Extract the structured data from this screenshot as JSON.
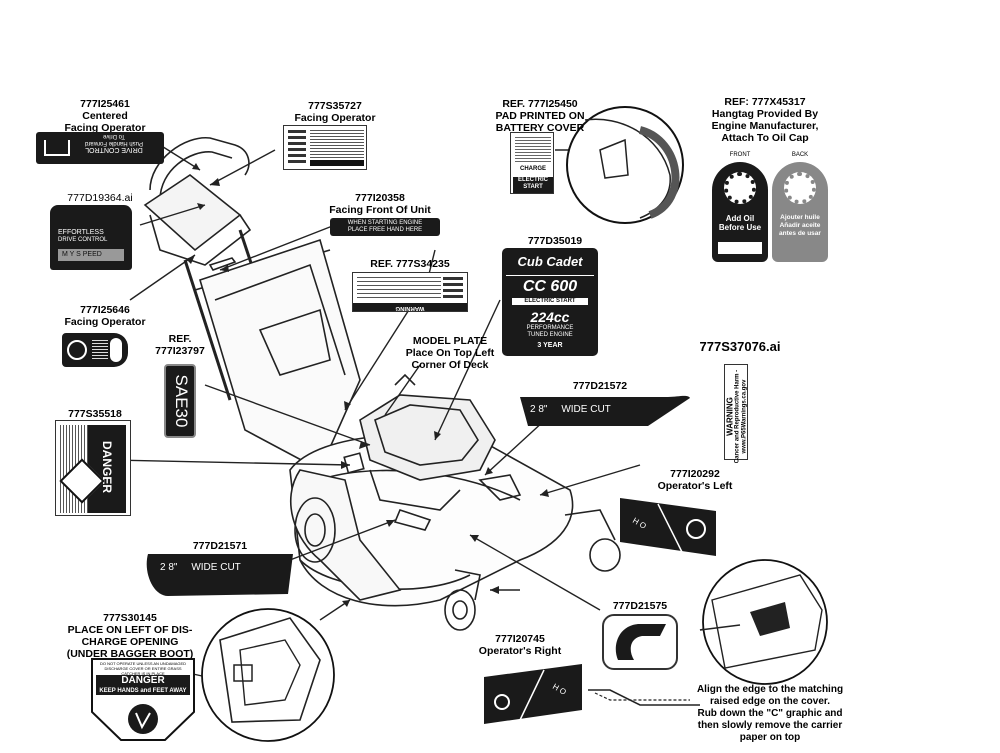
{
  "labels": {
    "l1": [
      "777I25461",
      "Centered",
      "Facing Operator"
    ],
    "l2": [
      "777S35727",
      "Facing Operator"
    ],
    "l3": [
      "REF. 777I25450",
      "PAD PRINTED ON",
      "BATTERY COVER"
    ],
    "l4": [
      "REF: 777X45317",
      "Hangtag Provided By",
      "Engine Manufacturer,",
      "Attach To Oil Cap"
    ],
    "l5": [
      "777D19364.ai"
    ],
    "l6": [
      "777I20358",
      "Facing Front Of Unit"
    ],
    "l7": [
      "777D35019"
    ],
    "l8": [
      "REF. 777S34235"
    ],
    "l9": [
      "777I25646",
      "Facing Operator"
    ],
    "l10": [
      "REF.",
      "777I23797"
    ],
    "l11": [
      "MODEL PLATE",
      "Place On Top Left",
      "Corner Of Deck"
    ],
    "l12": [
      "777S37076.ai"
    ],
    "l13": [
      "777S35518"
    ],
    "l14": [
      "777D21572"
    ],
    "l15": [
      "777I20292",
      "Operator's Left"
    ],
    "l16": [
      "777D21571"
    ],
    "l17": [
      "777D21575"
    ],
    "l18": [
      "777S30145",
      "PLACE ON LEFT OF DIS-",
      "CHARGE OPENING",
      "(UNDER BAGGER BOOT)"
    ],
    "l19": [
      "777I20745",
      "Operator's Right"
    ],
    "l20": [
      "Align the edge to the matching",
      "raised edge on the cover.",
      "Rub down the \"C\" graphic and",
      "then slowly remove the carrier",
      "paper on top"
    ]
  },
  "decals": {
    "drive_control": "DRIVE CONTROL",
    "drive_control_sub": "Push Handle Forward",
    "drive_control_sub2": "To Drive",
    "effortless": "EFFORTLESS",
    "drive_control_small": "DRIVE CONTROL",
    "my_speed": "M  Y  S  PEED",
    "starting_engine": "WHEN STARTING ENGINE",
    "place_hand": "PLACE FREE HAND HERE",
    "warning": "WARNING",
    "danger_word": "DANGER",
    "danger": "DANGER",
    "keep_hands": "KEEP HANDS and FEET AWAY",
    "brand": "Cub Cadet",
    "cc600": "CC 600",
    "electric_start": "ELECTRIC START",
    "cc224": "224cc",
    "performance": "PERFORMANCE",
    "tuned_engine": "TUNED ENGINE",
    "three_year": "3 YEAR",
    "electric": "ELECTRIC",
    "start": "START",
    "charge": "CHARGE",
    "sae30": "SAE30",
    "wide_cut_1": "2 8\"     WIDE CUT",
    "wide_cut_2": "2 8\"     WIDE CUT",
    "prop65_1": "WARNING",
    "prop65_2": "Cancer and Reproductive Harm -",
    "prop65_3": "www.P65Warnings.ca.gov",
    "front": "FRONT",
    "back": "BACK",
    "add_oil": "Add Oil",
    "before_use": "Before Use",
    "ajouter": "Ajouter huile",
    "anadir": "Añadir aceite",
    "antes": "antes de usar",
    "danger_top": "DO NOT OPERATE UNLESS AN UNDAMAGED DISCHARGE COVER OR ENTIRE GRASS CATCHER IS IN PLACE"
  }
}
